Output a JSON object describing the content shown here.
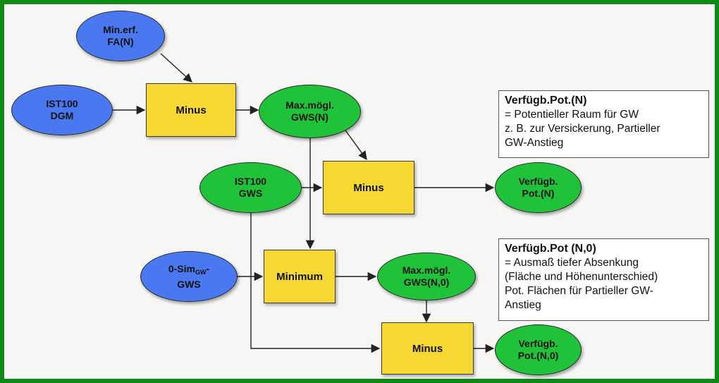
{
  "nodes": {
    "min_erf_fa": {
      "line1": "Min.erf.",
      "line2": "FA(N)"
    },
    "ist100_dgm": {
      "line1": "IST100",
      "line2": "DGM"
    },
    "minus_1": {
      "label": "Minus"
    },
    "max_moegl_gws_n": {
      "line1": "Max.mögl.",
      "line2": "GWS(N)"
    },
    "ist100_gws": {
      "line1": "IST100",
      "line2": "GWS"
    },
    "minus_2": {
      "label": "Minus"
    },
    "verfuegb_pot_n": {
      "line1": "Verfügb.",
      "line2": "Pot.(N)"
    },
    "sim_gws": {
      "prefix": "0-Sim",
      "sub": "GW",
      "suffix": "-",
      "line2": "GWS"
    },
    "minimum": {
      "label": "Minimum"
    },
    "max_moegl_gws_n0": {
      "line1": "Max.mögl.",
      "line2": "GWS(N,0)"
    },
    "minus_3": {
      "label": "Minus"
    },
    "verfuegb_pot_n0": {
      "line1": "Verfügb.",
      "line2": "Pot.(N,0)"
    }
  },
  "notes": {
    "pot_n": {
      "title": "Verfügb.Pot.(N)",
      "lines": [
        "= Potentieller Raum für GW",
        "z. B. zur Versickerung, Partieller",
        "GW-Anstieg"
      ]
    },
    "pot_n0": {
      "title": "Verfügb.Pot (N,0)",
      "lines": [
        "= Ausmaß tiefer Absenkung",
        "(Fläche und Höhenunterschied)",
        "Pot. Flächen für Partieller GW-",
        "Anstieg"
      ]
    }
  },
  "colors": {
    "frame": "#0f8a16",
    "input_ellipse": "#4a78f0",
    "result_ellipse": "#20c23a",
    "operation_box": "#f7d731"
  }
}
